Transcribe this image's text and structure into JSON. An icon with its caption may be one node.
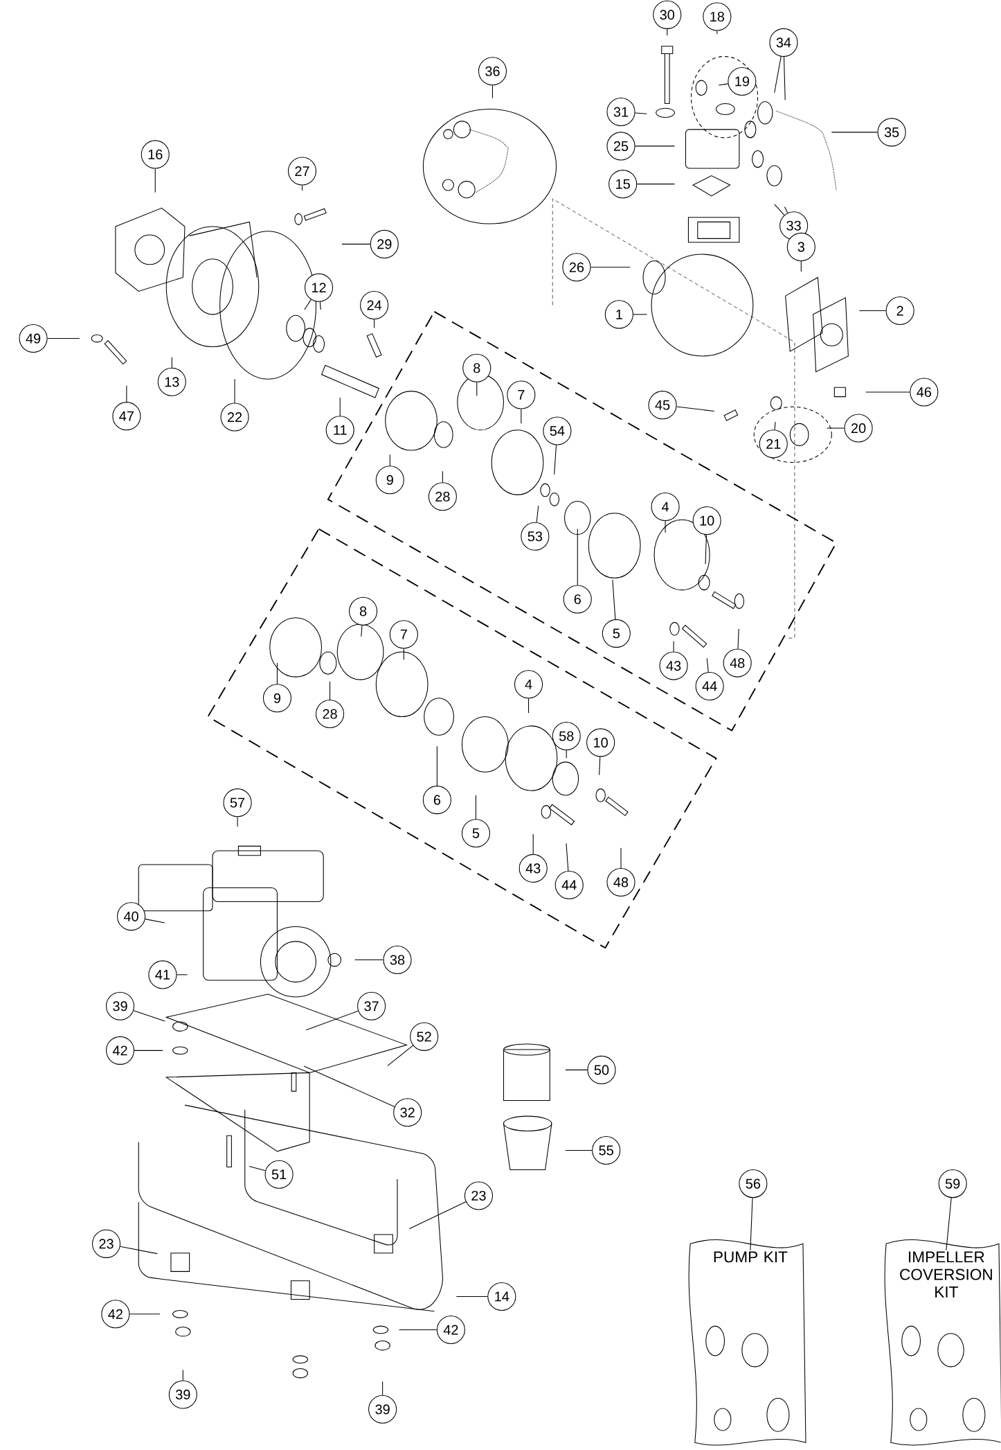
{
  "diagram": {
    "nodes": [
      {
        "text": [
          "30"
        ]
      },
      {
        "text": [
          "18"
        ]
      },
      {
        "text": [
          "34"
        ]
      },
      {
        "text": [
          "36"
        ]
      },
      {
        "text": [
          "19"
        ]
      },
      {
        "text": [
          "31"
        ]
      },
      {
        "text": [
          "35"
        ]
      },
      {
        "text": [
          "25"
        ]
      },
      {
        "text": [
          "16"
        ]
      },
      {
        "text": [
          "15"
        ]
      },
      {
        "text": [
          "27"
        ]
      },
      {
        "text": [
          "33"
        ]
      },
      {
        "text": [
          "29"
        ]
      },
      {
        "text": [
          "26"
        ]
      },
      {
        "text": [
          "3"
        ]
      },
      {
        "text": [
          "12"
        ]
      },
      {
        "text": [
          "24"
        ]
      },
      {
        "text": [
          "1"
        ]
      },
      {
        "text": [
          "2"
        ]
      },
      {
        "text": [
          "49"
        ]
      },
      {
        "text": [
          "13"
        ]
      },
      {
        "text": [
          "22"
        ]
      },
      {
        "text": [
          "47"
        ]
      },
      {
        "text": [
          "11"
        ]
      },
      {
        "text": [
          "46"
        ]
      },
      {
        "text": [
          "45"
        ]
      },
      {
        "text": [
          "8"
        ]
      },
      {
        "text": [
          "7"
        ]
      },
      {
        "text": [
          "54"
        ]
      },
      {
        "text": [
          "20"
        ]
      },
      {
        "text": [
          "21"
        ]
      },
      {
        "text": [
          "9"
        ]
      },
      {
        "text": [
          "28"
        ]
      },
      {
        "text": [
          "53"
        ]
      },
      {
        "text": [
          "4"
        ]
      },
      {
        "text": [
          "10"
        ]
      },
      {
        "text": [
          "6"
        ]
      },
      {
        "text": [
          "5"
        ]
      },
      {
        "text": [
          "43"
        ]
      },
      {
        "text": [
          "44"
        ]
      },
      {
        "text": [
          "48"
        ]
      },
      {
        "text": [
          "9"
        ]
      },
      {
        "text": [
          "8"
        ]
      },
      {
        "text": [
          "7"
        ]
      },
      {
        "text": [
          "28"
        ]
      },
      {
        "text": [
          "6"
        ]
      },
      {
        "text": [
          "4"
        ]
      },
      {
        "text": [
          "58"
        ]
      },
      {
        "text": [
          "10"
        ]
      },
      {
        "text": [
          "5"
        ]
      },
      {
        "text": [
          "43"
        ]
      },
      {
        "text": [
          "44"
        ]
      },
      {
        "text": [
          "48"
        ]
      },
      {
        "text": [
          "57"
        ]
      },
      {
        "text": [
          "40"
        ]
      },
      {
        "text": [
          "38"
        ]
      },
      {
        "text": [
          "41"
        ]
      },
      {
        "text": [
          "39"
        ]
      },
      {
        "text": [
          "37"
        ]
      },
      {
        "text": [
          "42"
        ]
      },
      {
        "text": [
          "52"
        ]
      },
      {
        "text": [
          "32"
        ]
      },
      {
        "text": [
          "50"
        ]
      },
      {
        "text": [
          "55"
        ]
      },
      {
        "text": [
          "51"
        ]
      },
      {
        "text": [
          "23"
        ]
      },
      {
        "text": [
          "23"
        ]
      },
      {
        "text": [
          "56"
        ]
      },
      {
        "text": [
          "59"
        ]
      },
      {
        "text": [
          "14"
        ]
      },
      {
        "text": [
          "42"
        ]
      },
      {
        "text": [
          "42"
        ]
      },
      {
        "text": [
          "39"
        ]
      },
      {
        "text": [
          "39"
        ]
      },
      {
        "text": [
          "PUMP KIT"
        ]
      },
      {
        "text": [
          "IMPELLER COVERSION KIT"
        ]
      }
    ],
    "edges": [
      {
        "from": 0,
        "to": null,
        "arrow": "none"
      },
      {
        "from": 1,
        "to": null,
        "arrow": "none"
      },
      {
        "from": 2,
        "to": null,
        "arrow": "none"
      },
      {
        "from": 2,
        "to": null,
        "arrow": "none"
      },
      {
        "from": 3,
        "to": null,
        "arrow": "none"
      },
      {
        "from": 4,
        "to": null,
        "arrow": "none"
      },
      {
        "from": 5,
        "to": null,
        "arrow": "none"
      },
      {
        "from": 6,
        "to": null,
        "arrow": "none"
      },
      {
        "from": 7,
        "to": null,
        "arrow": "none"
      },
      {
        "from": 8,
        "to": null,
        "arrow": "none"
      },
      {
        "from": 9,
        "to": null,
        "arrow": "none"
      },
      {
        "from": 10,
        "to": null,
        "arrow": "none"
      },
      {
        "from": 11,
        "to": null,
        "arrow": "none"
      },
      {
        "from": 11,
        "to": null,
        "arrow": "none"
      },
      {
        "from": 12,
        "to": null,
        "arrow": "none"
      },
      {
        "from": 13,
        "to": null,
        "arrow": "none"
      },
      {
        "from": 14,
        "to": null,
        "arrow": "none"
      },
      {
        "from": 15,
        "to": null,
        "arrow": "none"
      },
      {
        "from": 15,
        "to": null,
        "arrow": "none"
      },
      {
        "from": 16,
        "to": null,
        "arrow": "none"
      },
      {
        "from": 17,
        "to": null,
        "arrow": "none"
      },
      {
        "from": 18,
        "to": null,
        "arrow": "none"
      },
      {
        "from": 19,
        "to": null,
        "arrow": "none"
      },
      {
        "from": 20,
        "to": null,
        "arrow": "none"
      },
      {
        "from": 21,
        "to": null,
        "arrow": "none"
      },
      {
        "from": 22,
        "to": null,
        "arrow": "none"
      },
      {
        "from": 23,
        "to": null,
        "arrow": "none"
      },
      {
        "from": 24,
        "to": null,
        "arrow": "none"
      },
      {
        "from": 25,
        "to": null,
        "arrow": "none"
      },
      {
        "from": 26,
        "to": null,
        "arrow": "none"
      },
      {
        "from": 27,
        "to": null,
        "arrow": "none"
      },
      {
        "from": 28,
        "to": null,
        "arrow": "none"
      },
      {
        "from": 29,
        "to": null,
        "arrow": "none"
      },
      {
        "from": 30,
        "to": null,
        "arrow": "none"
      },
      {
        "from": 31,
        "to": null,
        "arrow": "none"
      },
      {
        "from": 32,
        "to": null,
        "arrow": "none"
      },
      {
        "from": 33,
        "to": null,
        "arrow": "none"
      },
      {
        "from": 34,
        "to": null,
        "arrow": "none"
      },
      {
        "from": 35,
        "to": null,
        "arrow": "none"
      },
      {
        "from": 36,
        "to": null,
        "arrow": "none"
      },
      {
        "from": 37,
        "to": null,
        "arrow": "none"
      },
      {
        "from": 38,
        "to": null,
        "arrow": "none"
      },
      {
        "from": 39,
        "to": null,
        "arrow": "none"
      },
      {
        "from": 40,
        "to": null,
        "arrow": "none"
      },
      {
        "from": 41,
        "to": null,
        "arrow": "none"
      },
      {
        "from": 42,
        "to": null,
        "arrow": "none"
      },
      {
        "from": 43,
        "to": null,
        "arrow": "none"
      },
      {
        "from": 44,
        "to": null,
        "arrow": "none"
      },
      {
        "from": 45,
        "to": null,
        "arrow": "none"
      },
      {
        "from": 46,
        "to": null,
        "arrow": "none"
      },
      {
        "from": 47,
        "to": null,
        "arrow": "none"
      },
      {
        "from": 48,
        "to": null,
        "arrow": "none"
      },
      {
        "from": 49,
        "to": null,
        "arrow": "none"
      },
      {
        "from": 50,
        "to": null,
        "arrow": "none"
      },
      {
        "from": 51,
        "to": null,
        "arrow": "none"
      },
      {
        "from": 52,
        "to": null,
        "arrow": "none"
      },
      {
        "from": 53,
        "to": null,
        "arrow": "none"
      },
      {
        "from": 54,
        "to": null,
        "arrow": "none"
      },
      {
        "from": 55,
        "to": null,
        "arrow": "none"
      },
      {
        "from": 56,
        "to": null,
        "arrow": "none"
      },
      {
        "from": 57,
        "to": null,
        "arrow": "none"
      },
      {
        "from": 58,
        "to": null,
        "arrow": "none"
      },
      {
        "from": 59,
        "to": null,
        "arrow": "none"
      },
      {
        "from": 60,
        "to": null,
        "arrow": "none"
      },
      {
        "from": 61,
        "to": null,
        "arrow": "none"
      },
      {
        "from": 62,
        "to": null,
        "arrow": "none"
      },
      {
        "from": 63,
        "to": null,
        "arrow": "none"
      },
      {
        "from": 64,
        "to": null,
        "arrow": "none"
      },
      {
        "from": 65,
        "to": null,
        "arrow": "none"
      },
      {
        "from": 66,
        "to": null,
        "arrow": "none"
      },
      {
        "from": 67,
        "to": 74,
        "arrow": "none"
      },
      {
        "from": 68,
        "to": 75,
        "arrow": "none"
      },
      {
        "from": 69,
        "to": null,
        "arrow": "none"
      },
      {
        "from": 70,
        "to": null,
        "arrow": "none"
      },
      {
        "from": 71,
        "to": null,
        "arrow": "none"
      },
      {
        "from": 72,
        "to": null,
        "arrow": "none"
      },
      {
        "from": 73,
        "to": null,
        "arrow": "none"
      }
    ]
  }
}
